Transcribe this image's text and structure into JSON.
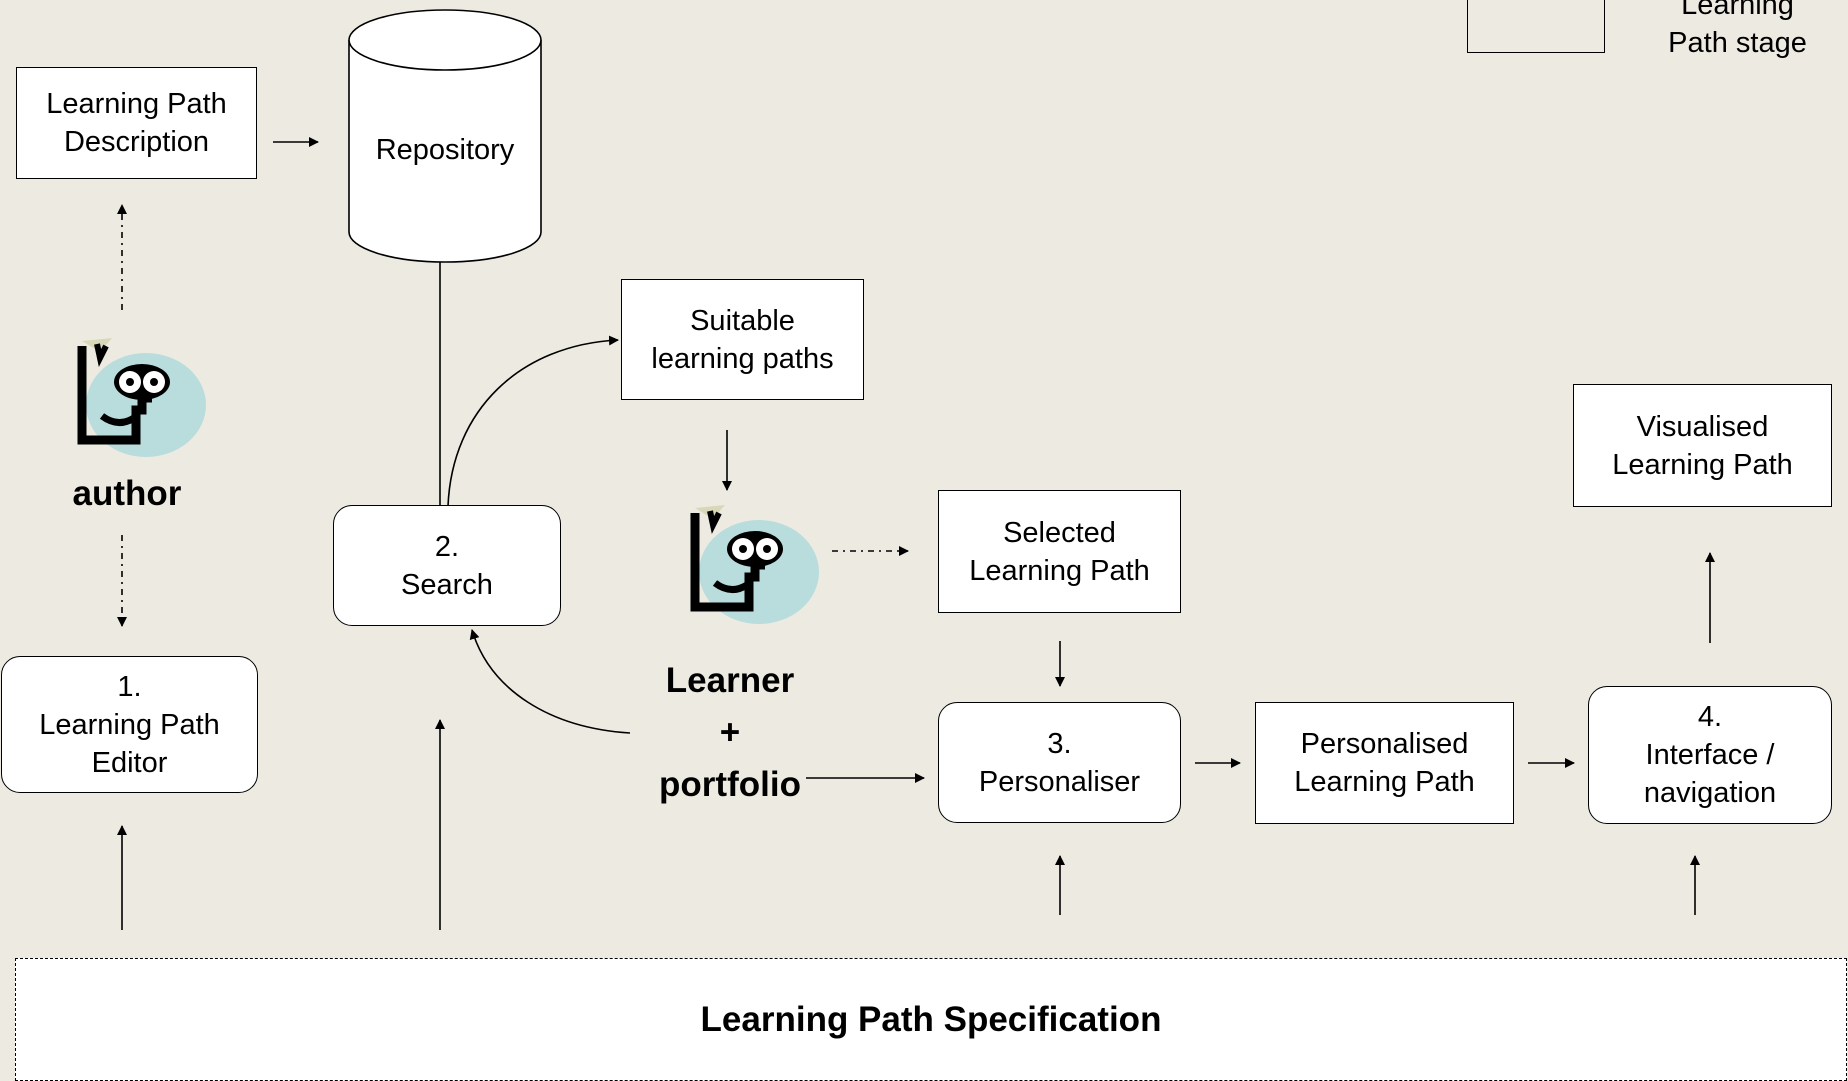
{
  "legend": {
    "label": "Learning\nPath stage"
  },
  "boxes": {
    "lp_description": "Learning Path\nDescription",
    "repository": "Repository",
    "suitable_paths": "Suitable\nlearning paths",
    "selected_path": "Selected\nLearning Path",
    "visualised_path": "Visualised\nLearning Path",
    "personalised_path": "Personalised\nLearning Path"
  },
  "stages": {
    "editor": "1.\nLearning Path\nEditor",
    "search": "2.\nSearch",
    "personaliser": "3.\nPersonaliser",
    "interface": "4.\nInterface /\nnavigation"
  },
  "actors": {
    "author": "author",
    "learner": "Learner\n+\nportfolio"
  },
  "specification": "Learning Path Specification",
  "icons": [
    "author-figure-icon",
    "learner-figure-icon"
  ],
  "colors": {
    "background": "#EDEBE1",
    "box_fill": "#FFFFFF",
    "figure_bubble": "#B9DCDD"
  }
}
